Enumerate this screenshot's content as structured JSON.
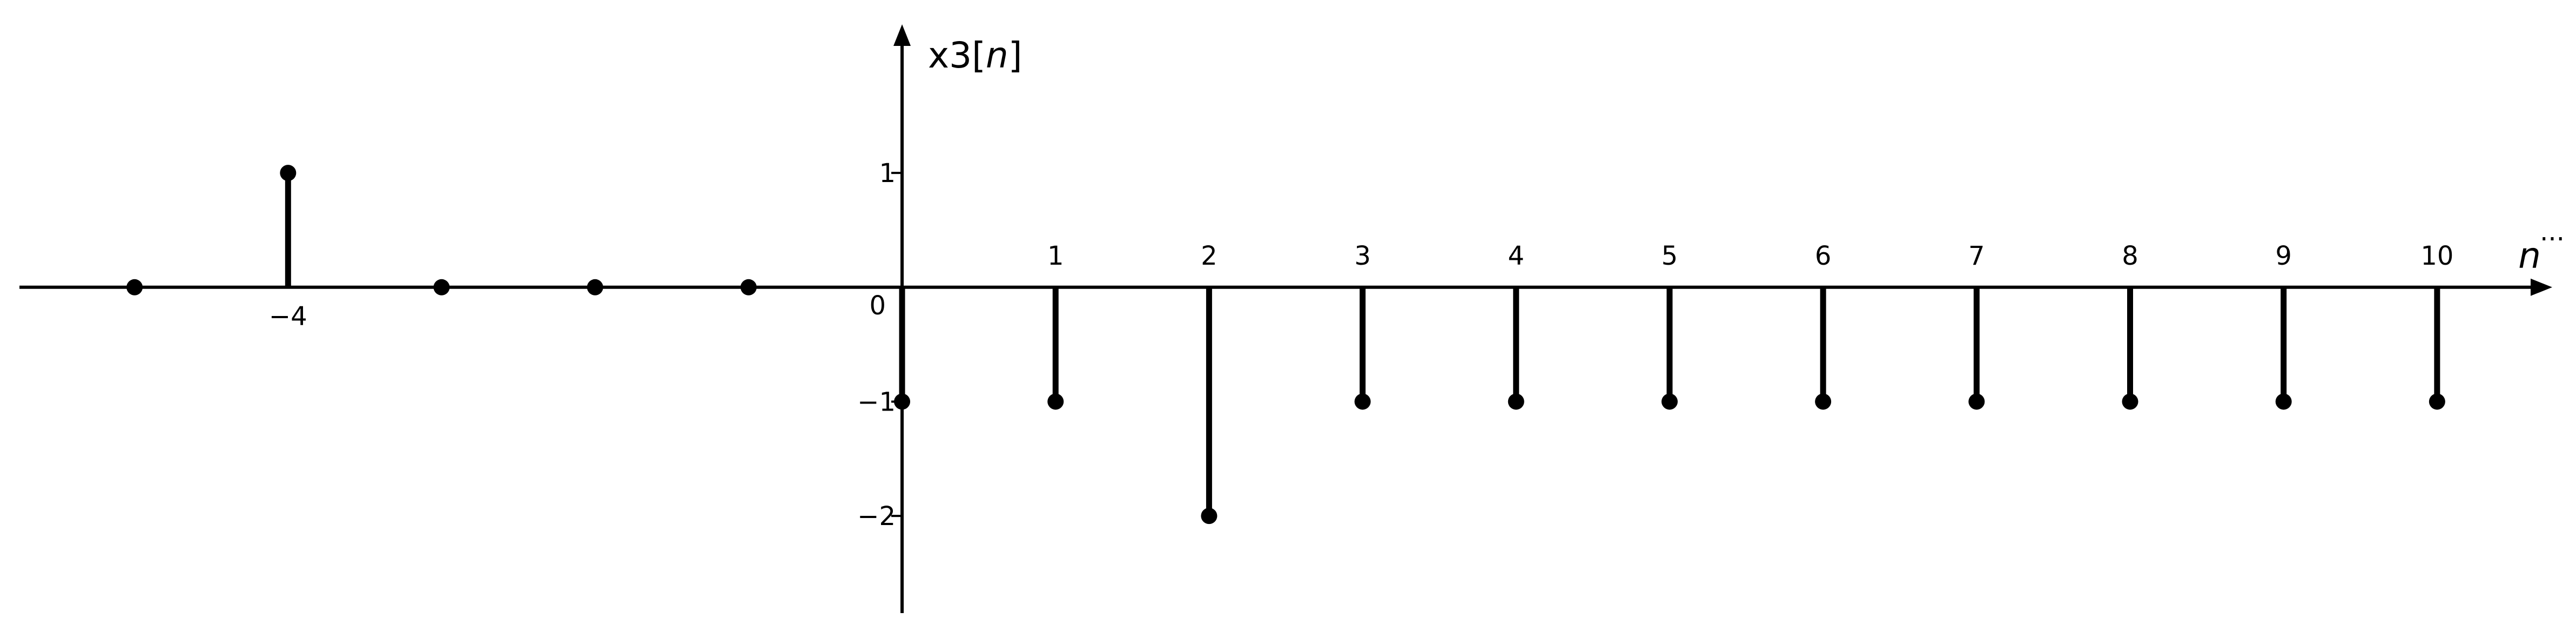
{
  "chart_data": {
    "type": "stem",
    "x": [
      -5,
      -4,
      -3,
      -2,
      -1,
      0,
      1,
      2,
      3,
      4,
      5,
      6,
      7,
      8,
      9,
      10
    ],
    "y": [
      0,
      1,
      0,
      0,
      0,
      -1,
      -1,
      -2,
      -1,
      -1,
      -1,
      -1,
      -1,
      -1,
      -1,
      -1
    ],
    "xlim": [
      -5.75,
      10.75
    ],
    "ylim": [
      -2.85,
      2.3
    ],
    "xlabel_var": "n",
    "ylabel_prefix": "x3[",
    "ylabel_var": "n",
    "ylabel_suffix": "]",
    "continuation": "...",
    "x_tick_labels": [
      {
        "x": -4,
        "label": "−4",
        "side": "below"
      },
      {
        "x": 1,
        "label": "1",
        "side": "above"
      },
      {
        "x": 2,
        "label": "2",
        "side": "above"
      },
      {
        "x": 3,
        "label": "3",
        "side": "above"
      },
      {
        "x": 4,
        "label": "4",
        "side": "above"
      },
      {
        "x": 5,
        "label": "5",
        "side": "above"
      },
      {
        "x": 6,
        "label": "6",
        "side": "above"
      },
      {
        "x": 7,
        "label": "7",
        "side": "above"
      },
      {
        "x": 8,
        "label": "8",
        "side": "above"
      },
      {
        "x": 9,
        "label": "9",
        "side": "above"
      },
      {
        "x": 10,
        "label": "10",
        "side": "above"
      }
    ],
    "y_ticks": [
      {
        "y": 1,
        "label": "1"
      },
      {
        "y": -1,
        "label": "−1"
      },
      {
        "y": -2,
        "label": "−2"
      }
    ],
    "origin_label": "0",
    "grid": false,
    "legend": "none",
    "color": "#000000"
  }
}
